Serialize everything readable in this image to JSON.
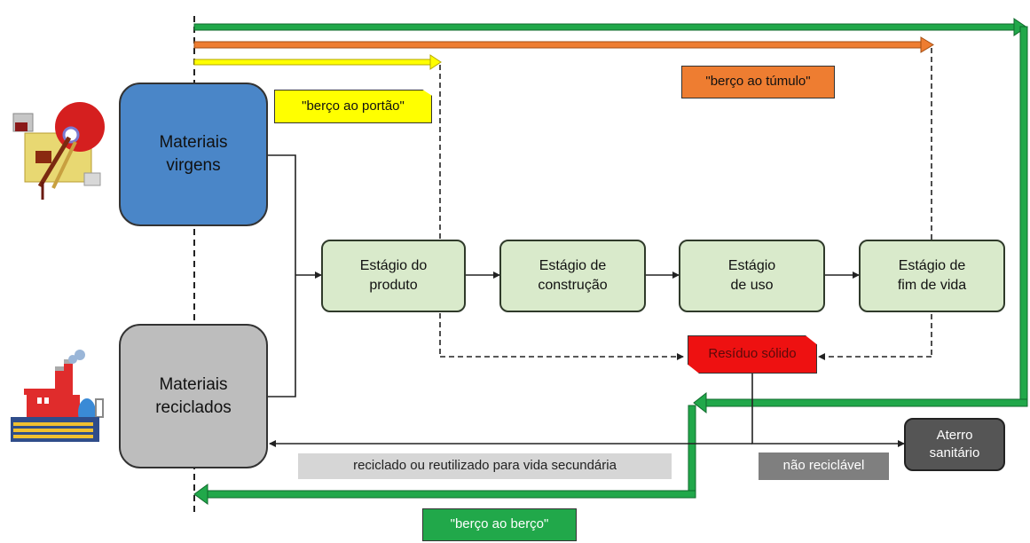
{
  "materials": {
    "virgin": {
      "label": "Materiais\nvirgens",
      "color": "#4a86c8"
    },
    "recycled": {
      "label": "Materiais\nreciclados",
      "color": "#bdbdbd"
    }
  },
  "stages": [
    {
      "label": "Estágio do\nproduto"
    },
    {
      "label": "Estágio de\nconstrução"
    },
    {
      "label": "Estágio\nde uso"
    },
    {
      "label": "Estágio de\nfim de vida"
    }
  ],
  "waste": {
    "label": "Resíduo sólido",
    "color": "#ee1111"
  },
  "landfill": {
    "label": "Aterro\nsanitário",
    "color": "#555555"
  },
  "scopes": {
    "gate": {
      "label": "\"berço ao portão\"",
      "color": "#ffff00"
    },
    "grave": {
      "label": "\"berço ao túmulo\"",
      "color": "#ee7d31"
    },
    "cradle": {
      "label": "\"berço ao berço\"",
      "color": "#21a84a"
    }
  },
  "flows": {
    "recycled_label": "reciclado ou reutilizado para vida secundária",
    "non_recyclable_label": "não reciclável"
  },
  "icons": {
    "mine": "mining-excavator-icon",
    "factory": "factory-icon"
  },
  "colors": {
    "green_arrow": "#21a84a",
    "orange_arrow": "#ee7d31",
    "yellow_arrow": "#ffff00"
  }
}
